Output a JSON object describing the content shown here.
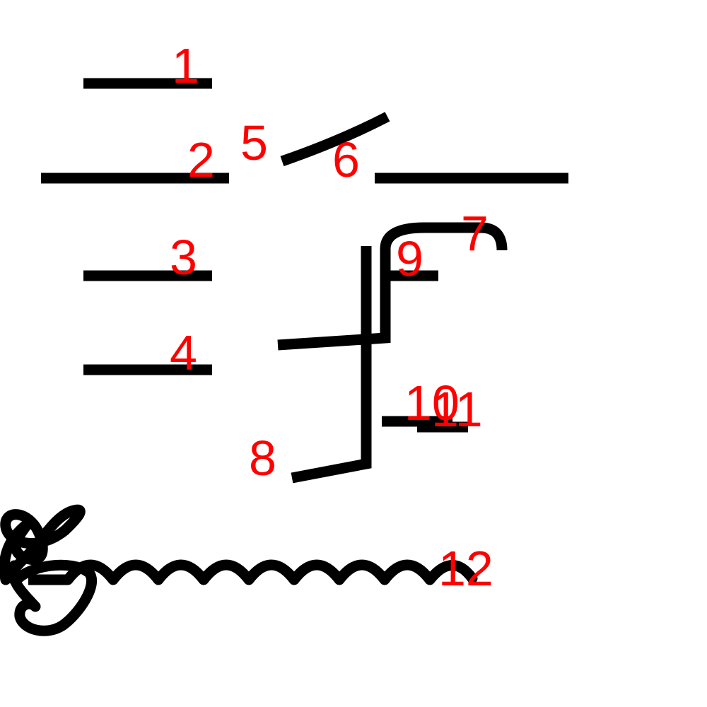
{
  "labels": {
    "l1": "1",
    "l2": "2",
    "l3": "3",
    "l4": "4",
    "l5": "5",
    "l6": "6",
    "l7": "7",
    "l8": "8",
    "l9": "9",
    "l10": "10",
    "l11": "11",
    "l12": "12"
  },
  "colors": {
    "stroke": "#000000",
    "label": "#ff0000",
    "background": "#ffffff"
  }
}
